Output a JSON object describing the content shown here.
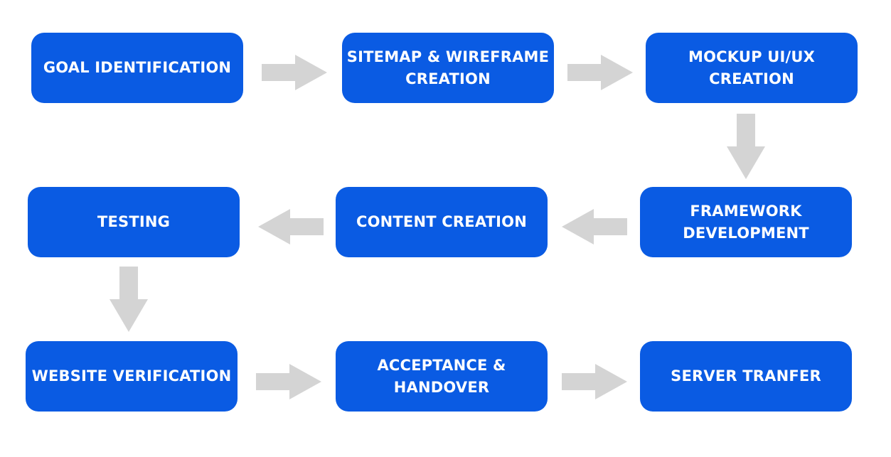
{
  "colors": {
    "box_fill": "#0a5be3",
    "box_text": "#ffffff",
    "arrow_fill": "#d4d4d4",
    "background": "#ffffff"
  },
  "steps": [
    {
      "label": "GOAL IDENTIFICATION"
    },
    {
      "label": "SITEMAP & WIREFRAME\nCREATION"
    },
    {
      "label": "MOCKUP UI/UX CREATION"
    },
    {
      "label": "FRAMEWORK\nDEVELOPMENT"
    },
    {
      "label": "CONTENT CREATION"
    },
    {
      "label": "TESTING"
    },
    {
      "label": "WEBSITE VERIFICATION"
    },
    {
      "label": "ACCEPTANCE & HANDOVER"
    },
    {
      "label": "SERVER TRANFER"
    }
  ]
}
